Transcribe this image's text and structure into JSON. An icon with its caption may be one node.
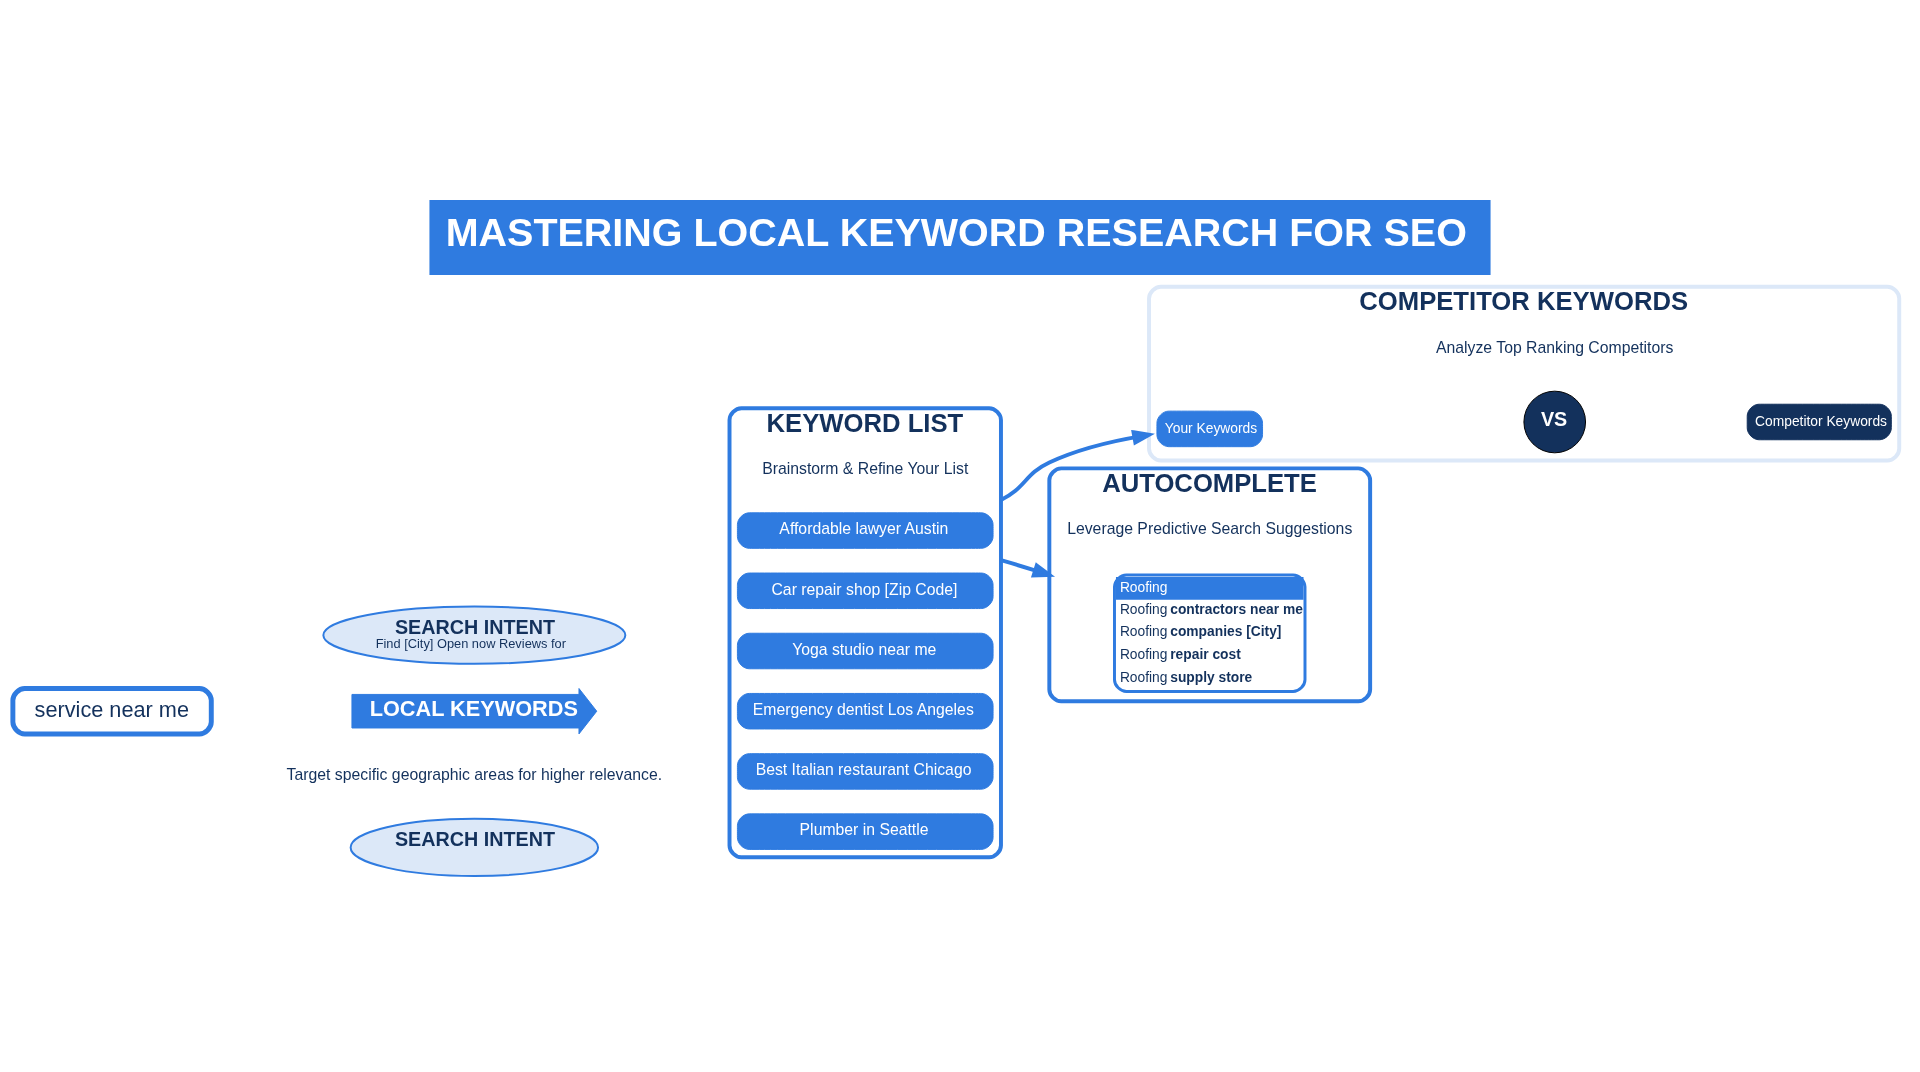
{
  "diagram": {
    "title": "MASTERING LOCAL KEYWORD RESEARCH FOR SEO",
    "nodes": [
      {
        "text": [
          "service near me"
        ]
      },
      {
        "text": [
          "LOCAL KEYWORDS"
        ],
        "beside": [
          "Target specific geographic areas for higher relevance."
        ]
      },
      {
        "text": [
          "SEARCH INTENT",
          "Find [City] Open now Reviews for"
        ]
      },
      {
        "text": [
          "SEARCH INTENT"
        ]
      },
      {
        "text": [
          "KEYWORD LIST"
        ],
        "beside": [
          "Brainstorm & Refine Your List"
        ]
      },
      {
        "text": [
          "Plumber in Seattle"
        ],
        "in": 4
      },
      {
        "text": [
          "Best Italian restaurant Chicago"
        ],
        "in": 4
      },
      {
        "text": [
          "Emergency dentist Los Angeles"
        ],
        "in": 4
      },
      {
        "text": [
          "Yoga studio near me"
        ],
        "in": 4
      },
      {
        "text": [
          "Car repair shop [Zip Code]"
        ],
        "in": 4
      },
      {
        "text": [
          "Affordable lawyer Austin"
        ],
        "in": 4
      },
      {
        "text": [
          "COMPETITOR KEYWORDS"
        ],
        "beside": [
          "Analyze Top Ranking Competitors"
        ]
      },
      {
        "text": [
          "Your Keywords"
        ],
        "in": 11
      },
      {
        "text": [
          "Competitor Keywords"
        ],
        "in": 11
      },
      {
        "text": [
          "AUTOCOMPLETE"
        ],
        "beside": [
          "Leverage Predictive Search Suggestions"
        ]
      },
      {
        "text": [
          "Roofing",
          "Roofing **contractors near me**",
          "Roofing **companies [City]**",
          "Roofing **repair cost**",
          "Roofing **supply store**"
        ],
        "in": 14
      }
    ],
    "edges": [
      {
        "from": 4,
        "to": 11,
        "arrow": "to"
      },
      {
        "from": 4,
        "to": 14,
        "arrow": "to"
      }
    ],
    "labels": [
      "VS"
    ]
  }
}
